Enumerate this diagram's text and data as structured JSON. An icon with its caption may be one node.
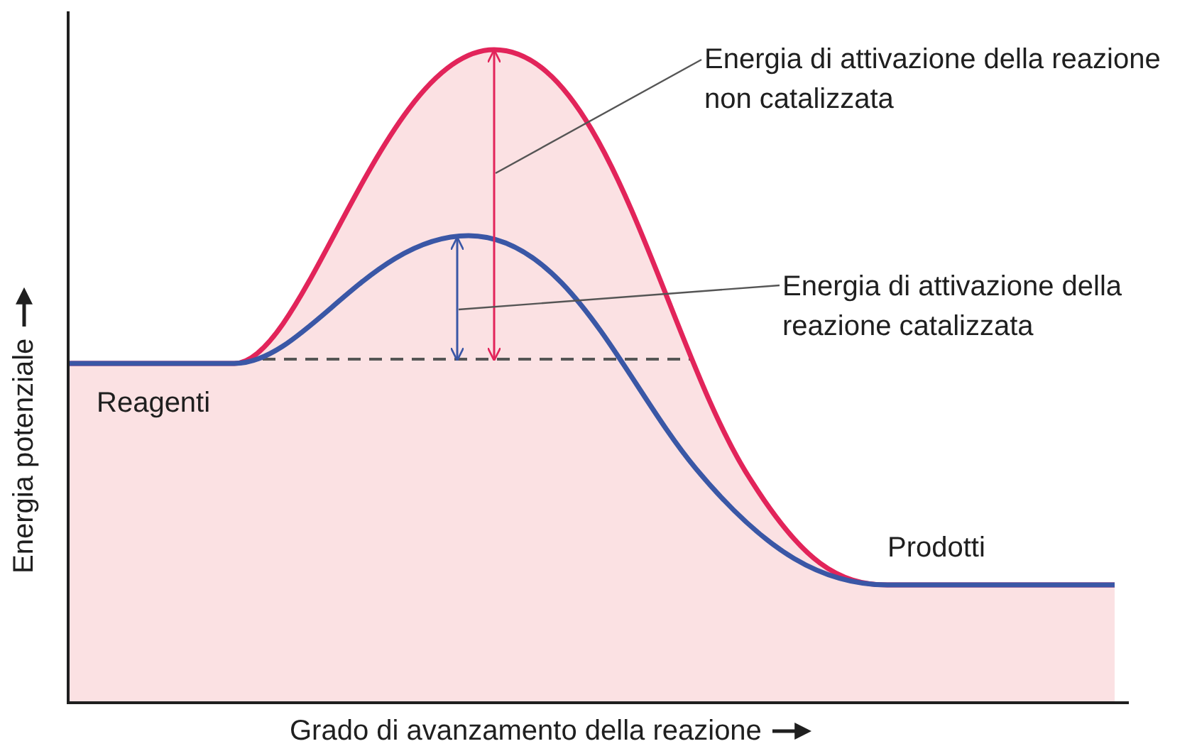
{
  "diagram": {
    "nodes": [
      {
        "text": [
          "Energia di attivazione della reazione non catalizzata"
        ]
      },
      {
        "text": [],
        "shape": "arrow"
      },
      {
        "text": [
          "Energia di attivazione della reazione catalizzata"
        ]
      },
      {
        "text": [],
        "shape": "arrow"
      }
    ],
    "edges": [
      {
        "from": 0,
        "to": 1,
        "arrow": "none"
      },
      {
        "from": 2,
        "to": 3,
        "arrow": "none"
      }
    ],
    "labels": [
      "Reagenti",
      "Prodotti",
      "Energia potenziale",
      "Grado di avanzamento della reazione"
    ]
  }
}
